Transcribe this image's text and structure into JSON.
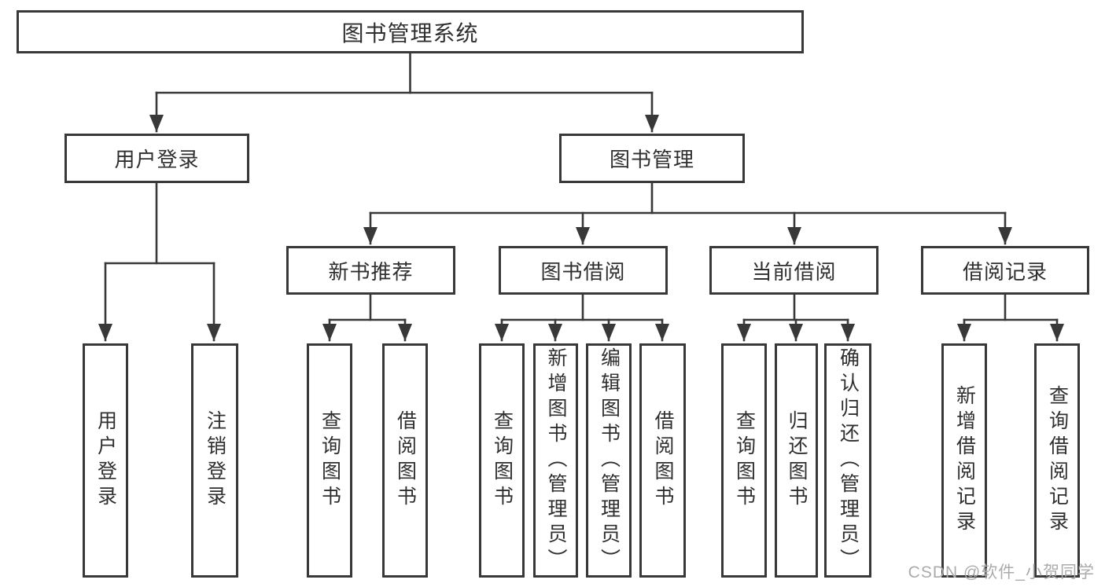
{
  "diagram": {
    "root": "图书管理系统",
    "level2": {
      "user_login": "用户登录",
      "book_management": "图书管理"
    },
    "level3": {
      "new_books": "新书推荐",
      "borrowing": "图书借阅",
      "current": "当前借阅",
      "records": "借阅记录"
    },
    "leaves": {
      "user": [
        "用户登录",
        "注销登录"
      ],
      "new_books": [
        "查询图书",
        "借阅图书"
      ],
      "borrowing": [
        "查询图书",
        "新增图书（管理员）",
        "编辑图书（管理员）",
        "借阅图书"
      ],
      "current": [
        "查询图书",
        "归还图书",
        "确认归还（管理员）"
      ],
      "records": [
        "新增借阅记录",
        "查询借阅记录"
      ]
    }
  },
  "watermark": "CSDN @软件_小贺同学",
  "colors": {
    "line": "#383838",
    "text": "#2f2f2f",
    "watermark": "#ababab",
    "background": "#ffffff"
  }
}
